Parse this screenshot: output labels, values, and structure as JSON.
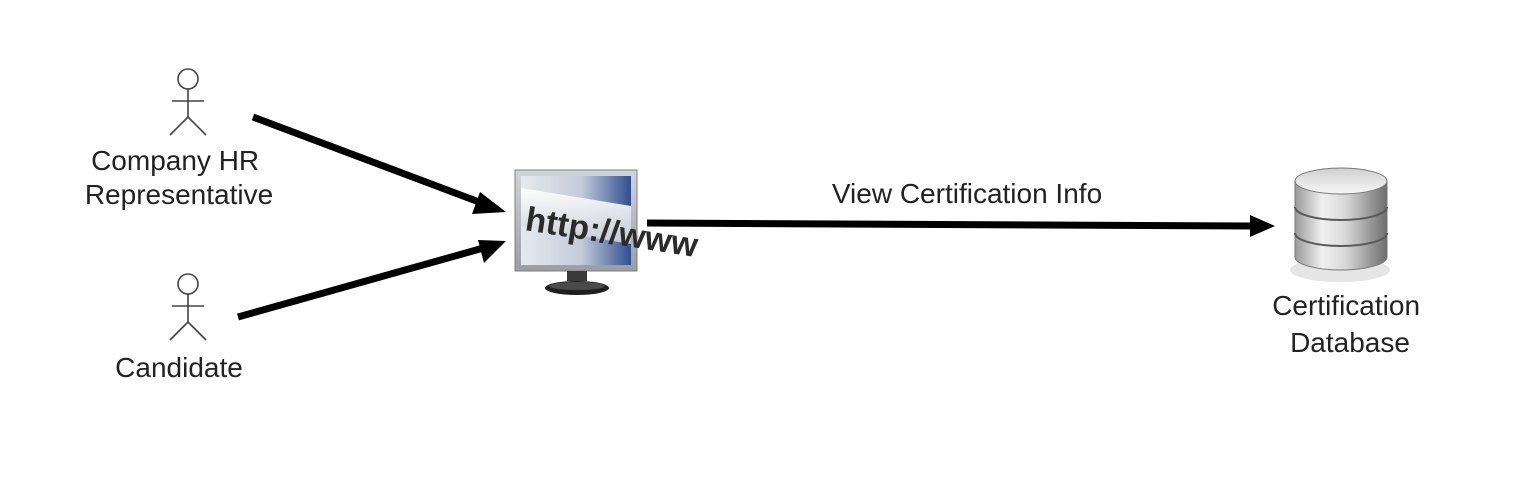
{
  "actors": [
    {
      "id": "hr",
      "label_lines": [
        "Company HR",
        "Representative"
      ]
    },
    {
      "id": "candidate",
      "label_lines": [
        "Candidate"
      ]
    }
  ],
  "web_browser": {
    "icon": "web-browser-monitor-icon",
    "screen_text": "http://www"
  },
  "flow": {
    "label": "View Certification Info"
  },
  "database": {
    "icon": "database-icon",
    "label_lines": [
      "Certification",
      "Database"
    ]
  }
}
